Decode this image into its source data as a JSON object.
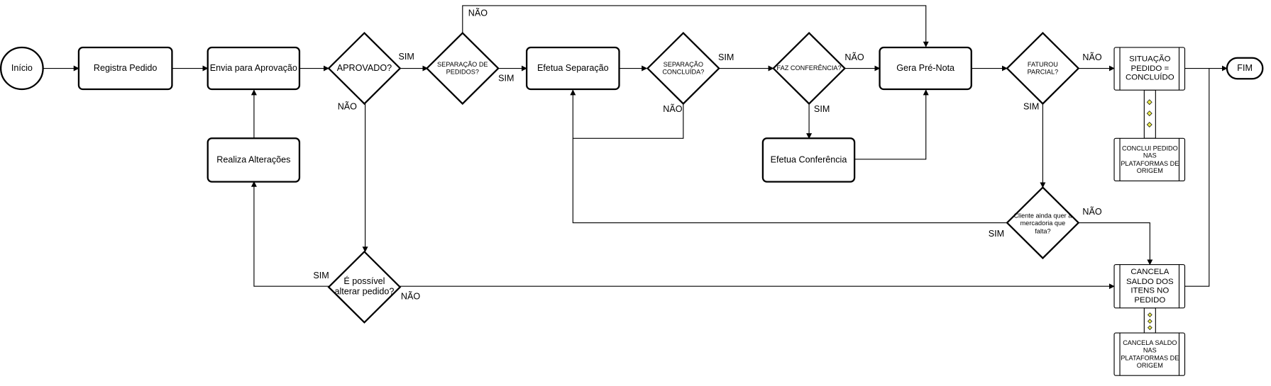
{
  "colors": {
    "line": "#000000",
    "fill": "#ffffff",
    "connector_dot": "#e8e84a"
  },
  "nodes": {
    "inicio": "Início",
    "registra": "Registra Pedido",
    "envia": "Envia para Aprovação",
    "aprovado": "APROVADO?",
    "separacao_pedidos": "SEPARAÇÃO DE PEDIDOS?",
    "efetua_separacao": "Efetua Separação",
    "separacao_concluida": "SEPARAÇÃO CONCLUÍDA?",
    "faz_conferencia": "FAZ CONFERÊNCIA?",
    "gera_pre_nota": "Gera Pré-Nota",
    "faturou_parcial": "FATUROU PARCIAL?",
    "situacao_pedido": "SITUAÇÃO PEDIDO = CONCLUÍDO",
    "fim": "FIM",
    "realiza_alteracoes": "Realiza Alterações",
    "efetua_conferencia": "Efetua Conferência",
    "conclui_pedido": "CONCLUI PEDIDO NAS PLATAFORMAS DE ORIGEM",
    "cliente_ainda": "Cliente ainda quer a mercadoria que falta?",
    "possivel_alterar": "É possível alterar pedido?",
    "cancela_saldo_itens": "CANCELA SALDO DOS ITENS NO PEDIDO",
    "cancela_saldo_plataformas": "CANCELA SALDO NAS PLATAFORMAS DE ORIGEM"
  },
  "edge_labels": {
    "sim_aprovado": "SIM",
    "nao_aprovado": "NÃO",
    "nao_sep_pedidos": "NÃO",
    "sim_sep_pedidos": "SIM",
    "sim_sep_concluida": "SIM",
    "nao_sep_concluida": "NÃO",
    "nao_faz_conf": "NÃO",
    "sim_faz_conf": "SIM",
    "nao_faturou": "NÃO",
    "sim_faturou": "SIM",
    "nao_cliente": "NÃO",
    "sim_cliente": "SIM",
    "sim_possivel": "SIM",
    "nao_possivel": "NÃO"
  }
}
